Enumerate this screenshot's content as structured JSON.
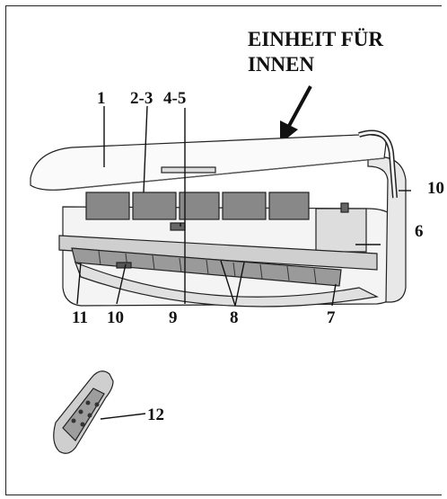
{
  "heading": {
    "line1": "EINHEIT FÜR",
    "line2": "INNEN"
  },
  "callouts": {
    "c1": "1",
    "c2_3": "2-3",
    "c4_5": "4-5",
    "c6": "6",
    "c7": "7",
    "c8": "8",
    "c9": "9",
    "c10_bottom": "10",
    "c10_right": "10",
    "c11": "11",
    "c12": "12"
  }
}
